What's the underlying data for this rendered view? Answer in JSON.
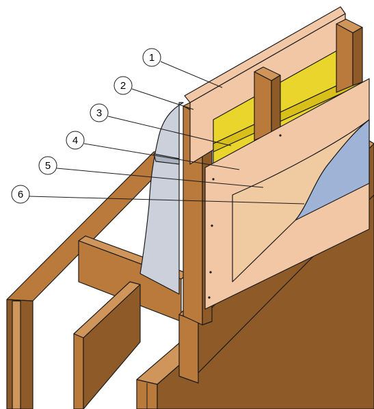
{
  "colors": {
    "lumber": "#b97a3c",
    "lumber_light": "#cf955a",
    "lumber_dark": "#8e5a28",
    "sheathing": "#f1c7a6",
    "sheathing_edge": "#d9a886",
    "insulation": "#ead52c",
    "insulation_shade": "#d8bf1a",
    "membrane": "#cbd0da",
    "membrane_shade": "#aab1bf",
    "panel": "#f0caa0",
    "wrap": "#9fb3d6",
    "outline": "#1a1a1a"
  },
  "callouts": [
    {
      "label": "1"
    },
    {
      "label": "2"
    },
    {
      "label": "3"
    },
    {
      "label": "4"
    },
    {
      "label": "5"
    },
    {
      "label": "6"
    }
  ]
}
